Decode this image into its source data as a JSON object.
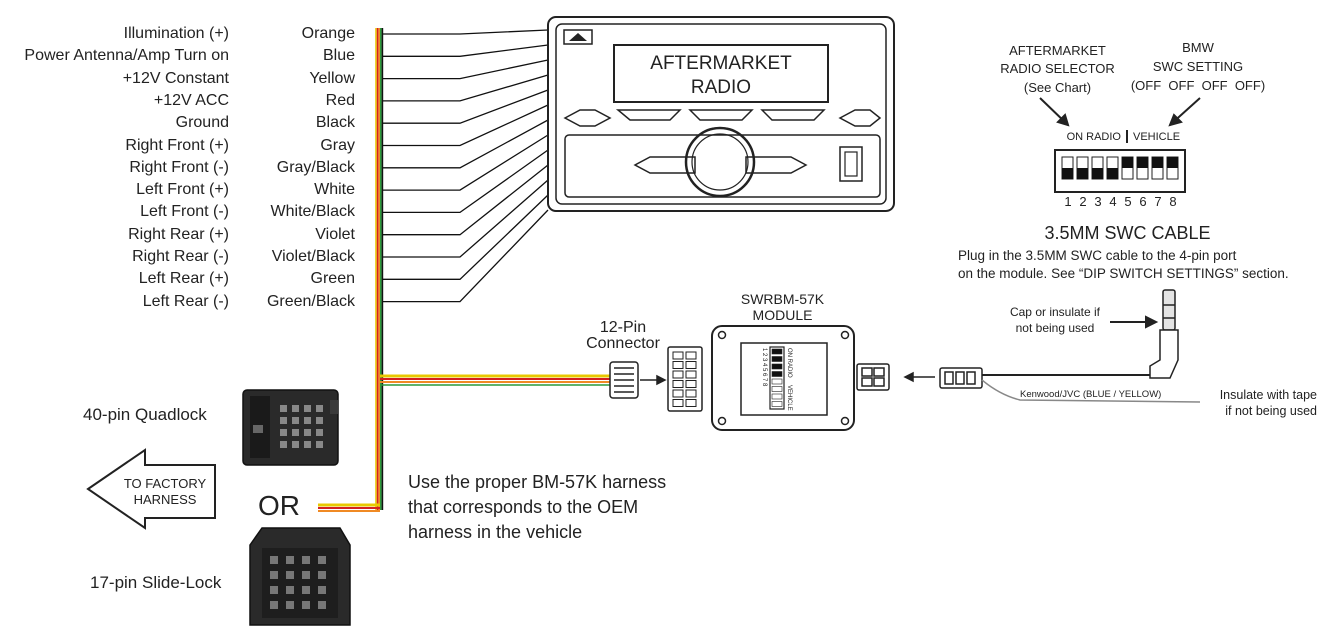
{
  "wires": [
    {
      "function": "Illumination (+)",
      "color": "Orange",
      "hex": "#f08a24"
    },
    {
      "function": "Power Antenna/Amp Turn on",
      "color": "Blue",
      "hex": "#1f5fbf"
    },
    {
      "function": "+12V Constant",
      "color": "Yellow",
      "hex": "#e8c800"
    },
    {
      "function": "+12V ACC",
      "color": "Red",
      "hex": "#d42020"
    },
    {
      "function": "Ground",
      "color": "Black",
      "hex": "#111111"
    },
    {
      "function": "Right Front (+)",
      "color": "Gray",
      "hex": "#8c8c8c"
    },
    {
      "function": "Right Front (-)",
      "color": "Gray/Black",
      "hex": "#5a5a5a"
    },
    {
      "function": "Left Front (+)",
      "color": "White",
      "hex": "#dddddd"
    },
    {
      "function": "Left Front (-)",
      "color": "White/Black",
      "hex": "#9a9a9a"
    },
    {
      "function": "Right Rear (+)",
      "color": "Violet",
      "hex": "#8a3fbf"
    },
    {
      "function": "Right Rear (-)",
      "color": "Violet/Black",
      "hex": "#5b2a80"
    },
    {
      "function": "Left Rear (+)",
      "color": "Green",
      "hex": "#2a9a3a"
    },
    {
      "function": "Left Rear (-)",
      "color": "Green/Black",
      "hex": "#1f6a2a"
    }
  ],
  "radio": {
    "line1": "AFTERMARKET",
    "line2": "RADIO"
  },
  "selector": {
    "line1": "AFTERMARKET",
    "line2": "RADIO SELECTOR",
    "line3": "(See Chart)"
  },
  "bmw": {
    "line1": "BMW",
    "line2": "SWC SETTING",
    "line3": "(OFF  OFF  OFF  OFF)"
  },
  "dip": {
    "left_label": "ON RADIO",
    "right_label": "VEHICLE",
    "numbers": [
      "1",
      "2",
      "3",
      "4",
      "5",
      "6",
      "7",
      "8"
    ],
    "switch_down": [
      true,
      true,
      true,
      true,
      false,
      false,
      false,
      false
    ]
  },
  "swc_cable": {
    "title": "3.5MM SWC CABLE",
    "desc1": "Plug in the 3.5MM SWC cable to the 4-pin port",
    "desc2": "on the module. See “DIP SWITCH SETTINGS” section."
  },
  "cap_note": {
    "line1": "Cap or insulate if",
    "line2": "not being used"
  },
  "module": {
    "line1": "SWRBM-57K",
    "line2": "MODULE",
    "on_radio": "ON RADIO",
    "vehicle": "VEHICLE",
    "pins": "1 2 3 4 5 6 7 8"
  },
  "connector12": {
    "line1": "12-Pin",
    "line2": "Connector"
  },
  "kenwood_label": "Kenwood/JVC (BLUE / YELLOW)",
  "insulate_note": {
    "line1": "Insulate with tape",
    "line2": "if not being used"
  },
  "quadlock_label": "40-pin Quadlock",
  "slidelock_label": "17-pin Slide-Lock",
  "or_label": "OR",
  "factory_arrow": {
    "line1": "TO FACTORY",
    "line2": "HARNESS"
  },
  "harness_note": {
    "line1": "Use the proper BM-57K harness",
    "line2": "that corresponds to the OEM",
    "line3": "harness in the vehicle"
  }
}
